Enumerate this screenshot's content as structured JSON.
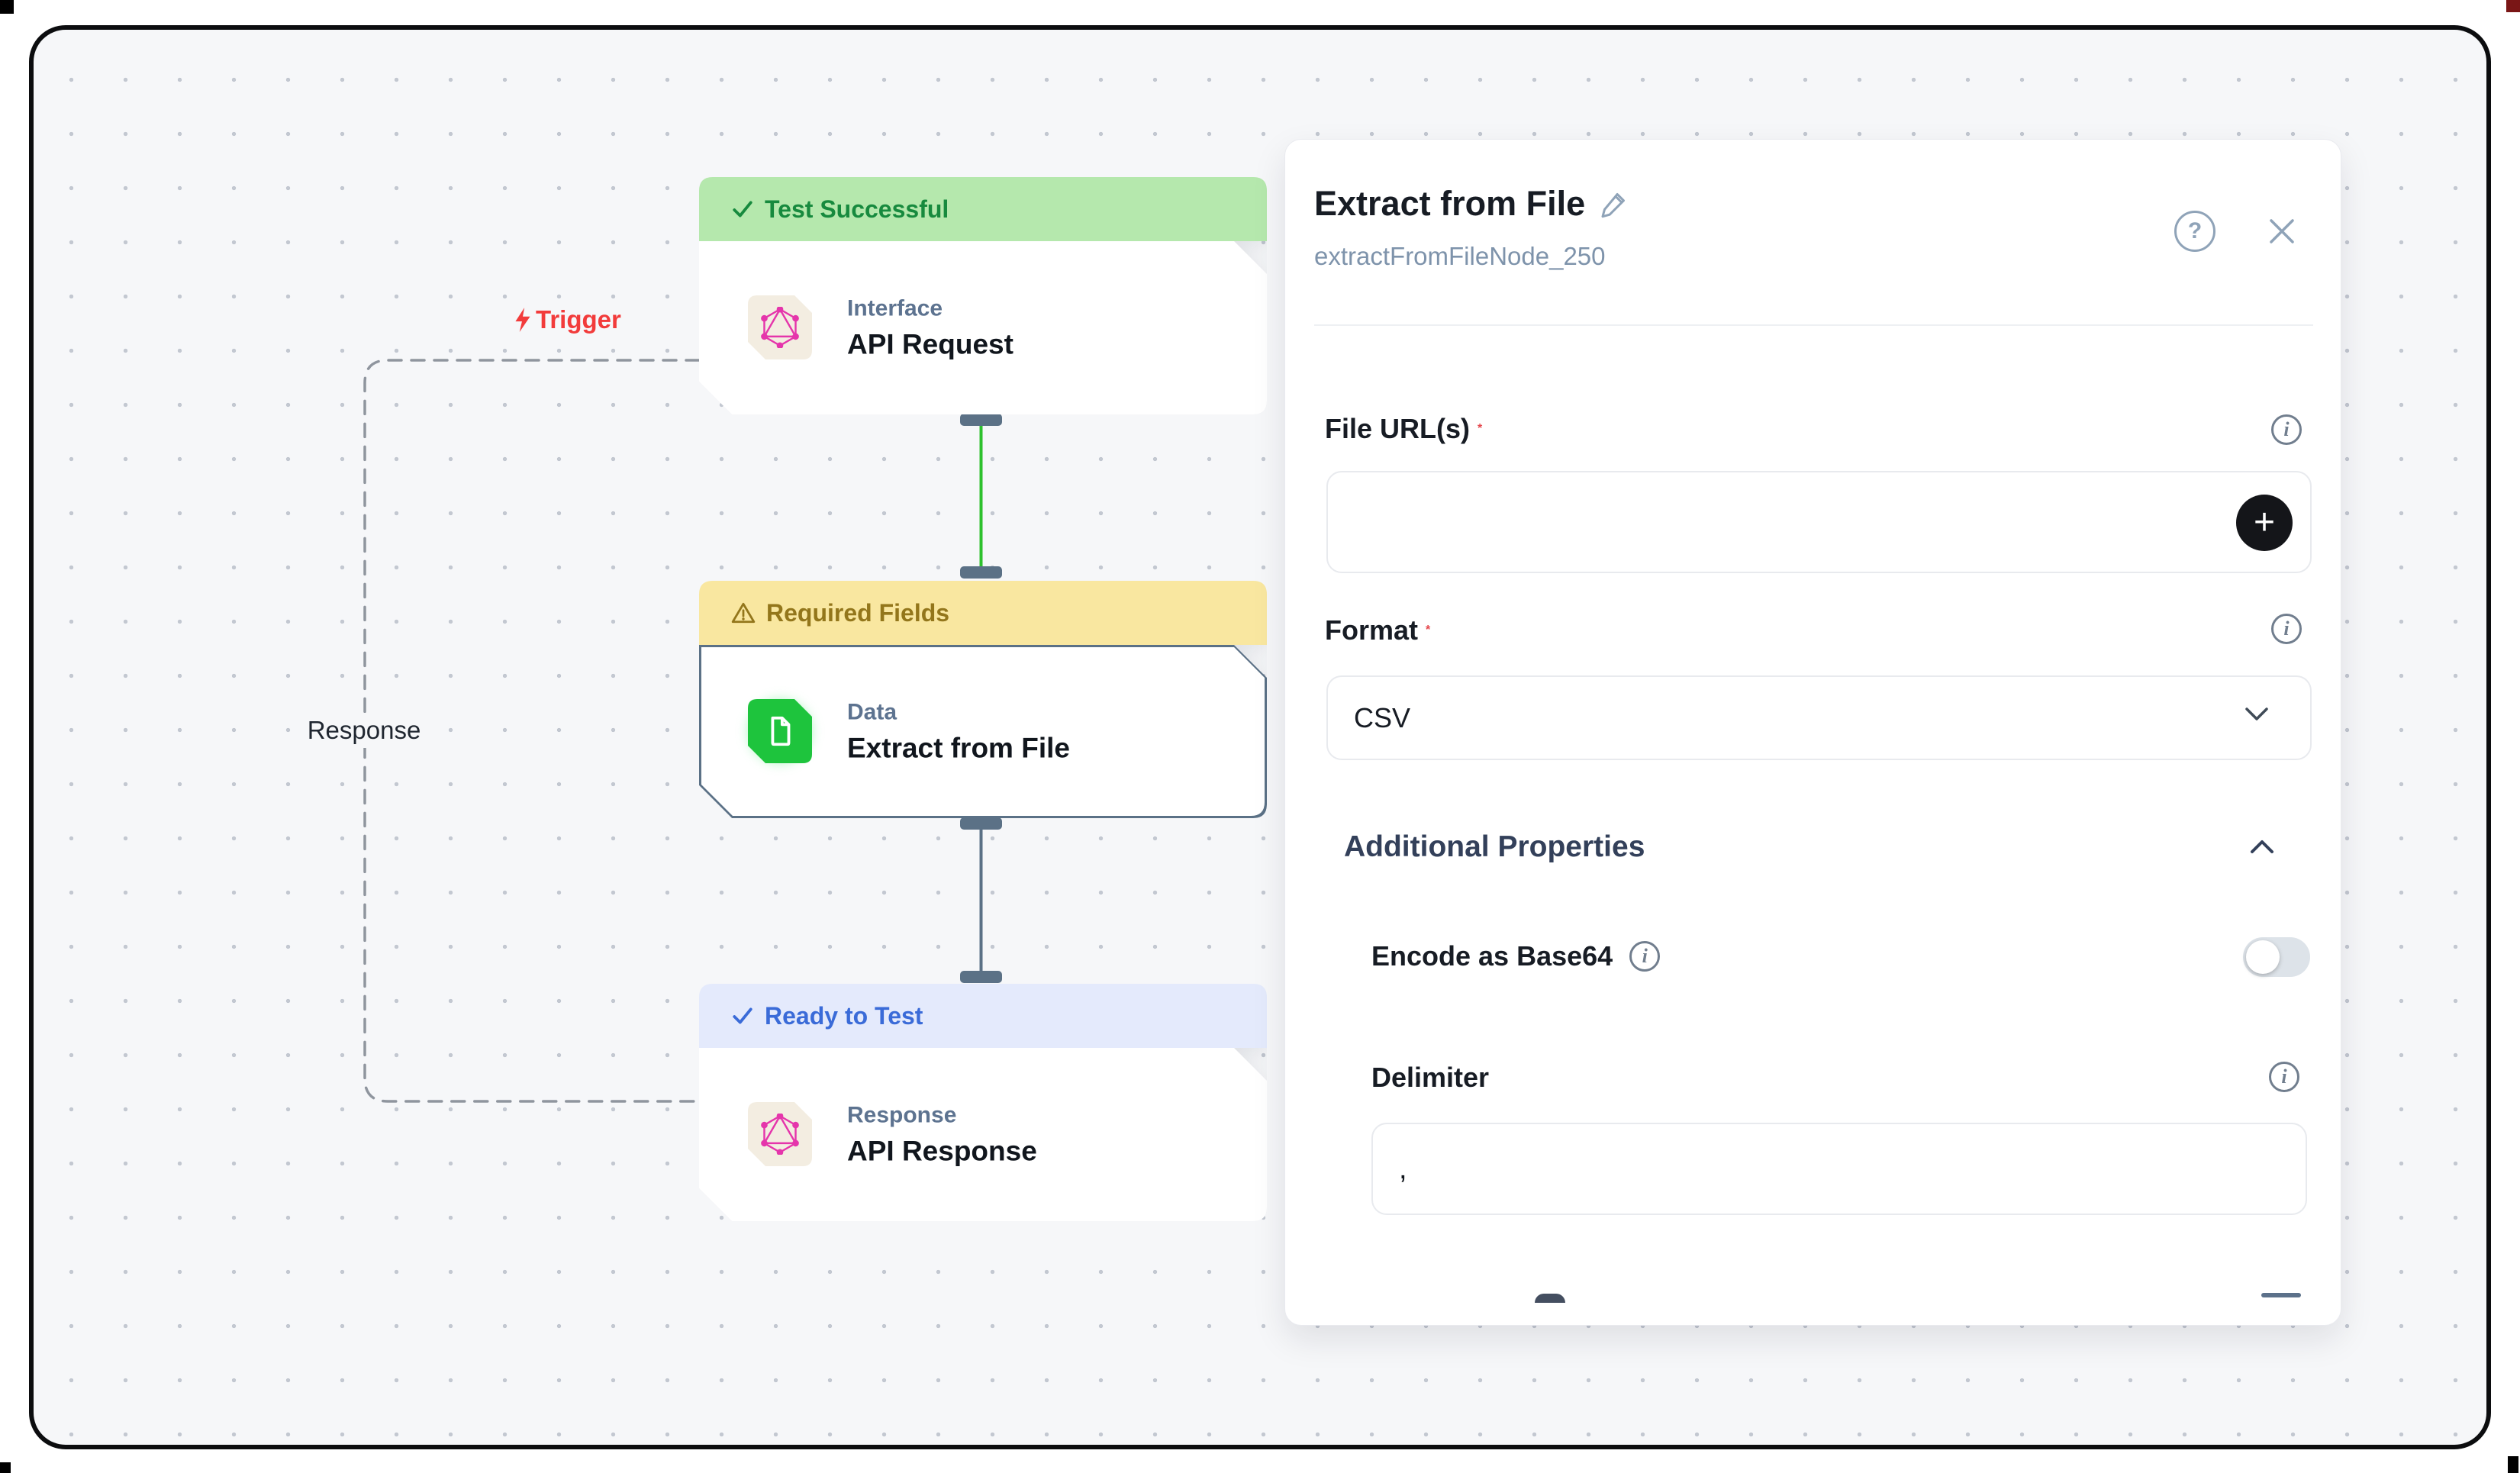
{
  "canvas": {
    "edge_labels": {
      "trigger": "Trigger",
      "response": "Response"
    },
    "nodes": [
      {
        "status": "Test Successful",
        "status_icon": "check",
        "category": "Interface",
        "title": "API Request",
        "icon": "graphql-icon"
      },
      {
        "status": "Required Fields",
        "status_icon": "warning",
        "category": "Data",
        "title": "Extract from File",
        "icon": "file-icon"
      },
      {
        "status": "Ready to Test",
        "status_icon": "check",
        "category": "Response",
        "title": "API Response",
        "icon": "graphql-icon"
      }
    ]
  },
  "panel": {
    "title": "Extract from File",
    "subtitle": "extractFromFileNode_250",
    "required_marker": "*",
    "icons": {
      "help_glyph": "?",
      "info_glyph": "i",
      "add_glyph": "+"
    },
    "fields": {
      "file_urls_label": "File URL(s)",
      "file_urls_value": "",
      "format_label": "Format",
      "format_value": "CSV",
      "additional_properties_label": "Additional Properties",
      "encode_label": "Encode as Base64",
      "encode_value": false,
      "delimiter_label": "Delimiter",
      "delimiter_value": ","
    }
  },
  "colors": {
    "success_bg": "#b5e8ad",
    "success_text": "#178a3e",
    "warning_bg": "#f9e7a0",
    "warning_text": "#93761b",
    "info_bg": "#e4eafc",
    "info_text": "#3a6bd8",
    "trigger_red": "#f23b3b",
    "graphql_pink": "#e535ab",
    "data_icon_green": "#1ec43d",
    "edge_green": "#2dc12d",
    "edge_slate": "#5b7186",
    "canvas_bg": "#f6f7f9"
  }
}
